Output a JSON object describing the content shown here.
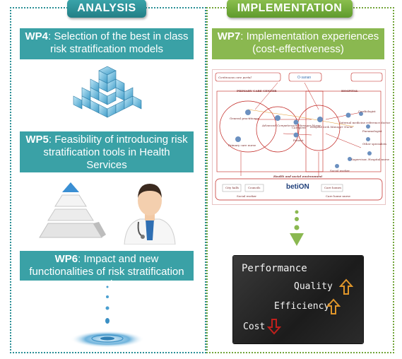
{
  "analysis": {
    "header": "ANALYSIS",
    "wp4": {
      "code": "WP4",
      "text": ": Selection of the best in class risk stratification models"
    },
    "wp5": {
      "code": "WP5",
      "text": ": Feasibility of introducing risk stratification tools in Health Services"
    },
    "wp6": {
      "code": "WP6",
      "text": ": Impact and new functionalities of risk stratification tools"
    }
  },
  "implementation": {
    "header": "IMPLEMENTATION",
    "wp7": {
      "code": "WP7",
      "text": ": Implementation experiences (cost-effectiveness)"
    },
    "diagram": {
      "continuous_care_portal": "Continuous care portal",
      "osakidetza": "O·sanan",
      "primary_care_center": "PRIMARY CARE CENTER",
      "hospital": "HOSPITAL",
      "general_practitioner": "General practitioner",
      "primary_care_nurse": "Primary care nurse",
      "advanced_nurse": "Advanced Competencies Manager Nurse",
      "caregiver": "Caregiver",
      "patient": "Patient",
      "hospital_link_nurse": "Hospital Link Manager Nurse",
      "internal_medicine": "Internal medicine reference doctor",
      "cardiologist": "Cardiologist",
      "pneumologist": "Pneumologist",
      "other_specialists": "Other specialists",
      "supervisor": "Supervisor, Hospital nurse",
      "social_worker": "Social worker",
      "health_social": "Health and social environment",
      "city_halls": "City halls",
      "councils": "Councils",
      "betion": "betiON",
      "care_homes": "Care homes",
      "social_worker_2": "Social worker",
      "care_home_nurse": "Care home nurse"
    },
    "board": {
      "performance": "Performance",
      "quality": "Quality",
      "efficiency": "Efficiency",
      "cost": "Cost"
    }
  },
  "colors": {
    "teal": "#3aa1a6",
    "green": "#8ab850",
    "red_arrow": "#c0201c",
    "orange_arrow": "#e0962a"
  }
}
